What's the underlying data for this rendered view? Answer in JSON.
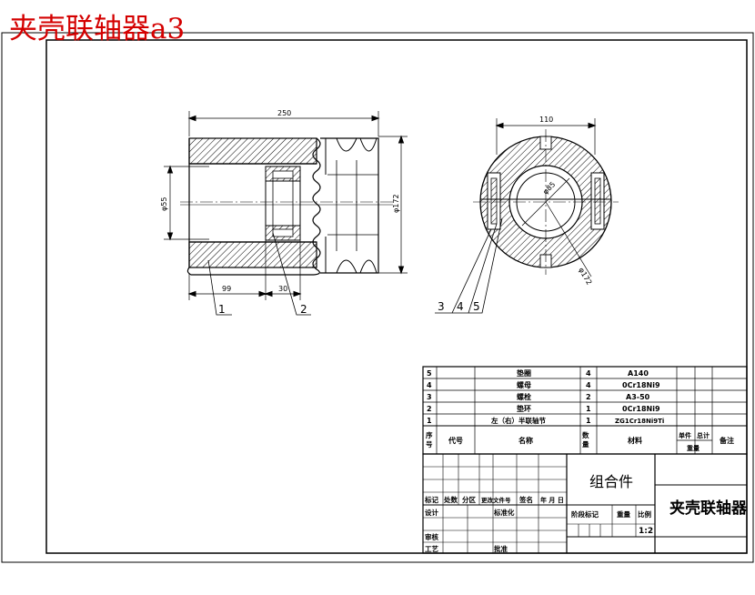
{
  "caption": "夹壳联轴器a3",
  "drawing": {
    "dimensions": {
      "overall_length": "250",
      "bore_diameter": "φ55",
      "outer_diameter": "φ172",
      "left_segment": "99",
      "groove_segment": "30",
      "end_view_width": "110",
      "end_view_inner": "φ85",
      "end_view_outer": "φ172"
    },
    "callouts": {
      "front": [
        "1",
        "2"
      ],
      "end": [
        "3",
        "4",
        "5"
      ]
    }
  },
  "parts_list": {
    "rows": [
      {
        "no": "5",
        "code": "",
        "name": "垫圈",
        "qty": "4",
        "material": "A140",
        "unit_wt": "",
        "total_wt": "",
        "note": ""
      },
      {
        "no": "4",
        "code": "",
        "name": "螺母",
        "qty": "4",
        "material": "0Cr18Ni9",
        "unit_wt": "",
        "total_wt": "",
        "note": ""
      },
      {
        "no": "3",
        "code": "",
        "name": "螺栓",
        "qty": "2",
        "material": "A3-50",
        "unit_wt": "",
        "total_wt": "",
        "note": ""
      },
      {
        "no": "2",
        "code": "",
        "name": "垫环",
        "qty": "1",
        "material": "0Cr18Ni9",
        "unit_wt": "",
        "total_wt": "",
        "note": ""
      },
      {
        "no": "1",
        "code": "",
        "name": "左（右）半联轴节",
        "qty": "1",
        "material": "ZG1Cr18Ni9Ti",
        "unit_wt": "",
        "total_wt": "",
        "note": ""
      }
    ],
    "header": {
      "no": "序号",
      "code": "代号",
      "name": "名称",
      "qty": "数量",
      "material": "材料",
      "unit_wt": "单件",
      "total_wt": "总计",
      "wt": "重量",
      "note": "备注"
    }
  },
  "title_block": {
    "assembly_label": "组合件",
    "drawing_title": "夹壳联轴器",
    "scale": "1:2",
    "rev": {
      "mark": "标记",
      "count": "处数",
      "zone": "分区",
      "doc": "更改文件号",
      "sign": "签名",
      "date": "年 月 日"
    },
    "roles": {
      "design": "设计",
      "standard": "标准化",
      "review": "审核",
      "process": "工艺",
      "approve": "批准"
    },
    "stage": {
      "stage_mark": "阶段标记",
      "weight": "重量",
      "scale_label": "比例"
    }
  },
  "colors": {
    "line": "#000000",
    "caption": "#d40000",
    "background": "#ffffff"
  }
}
